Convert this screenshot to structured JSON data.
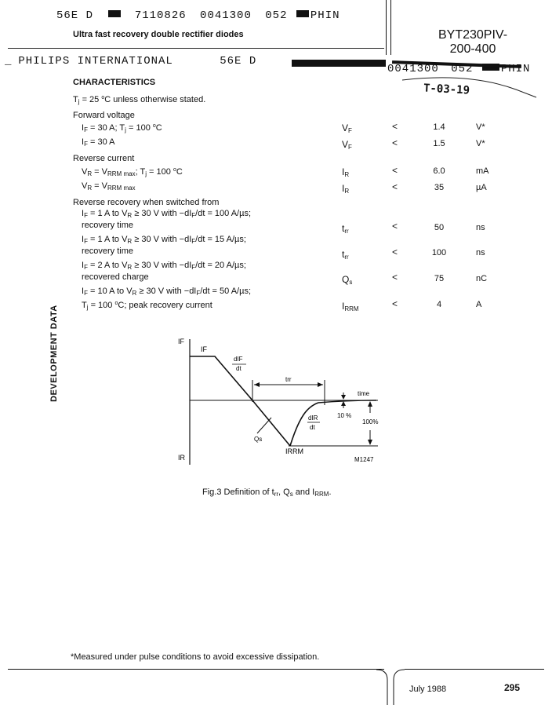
{
  "stamp_top": {
    "code": "56E D",
    "num1": "7110826",
    "num2": "0041300",
    "num3": "052",
    "tail": "PHIN"
  },
  "subtitle": "Ultra fast recovery double rectifier diodes",
  "part_number": {
    "line1": "BYT230PIV-",
    "line2": "200-400"
  },
  "stamp_second": {
    "company": "PHILIPS INTERNATIONAL",
    "code": "56E D",
    "num": "0041300",
    "num2": "052",
    "tail": "PHIN"
  },
  "handwritten_code": "T-03-19",
  "side_label": "DEVELOPMENT DATA",
  "characteristics": {
    "heading": "CHARACTERISTICS",
    "condition": "Tj = 25 °C unless otherwise stated.",
    "rows": [
      {
        "section": "Forward voltage"
      },
      {
        "label": "IF = 30 A; Tj = 100 °C",
        "symbol": "VF",
        "op": "<",
        "value": "1.4",
        "unit": "V*"
      },
      {
        "label": "IF = 30 A",
        "symbol": "VF",
        "op": "<",
        "value": "1.5",
        "unit": "V*"
      },
      {
        "section": "Reverse current"
      },
      {
        "label": "VR = VRRM max; Tj = 100 °C",
        "symbol": "IR",
        "op": "<",
        "value": "6.0",
        "unit": "mA"
      },
      {
        "label": "VR = VRRM max",
        "symbol": "IR",
        "op": "<",
        "value": "35",
        "unit": "µA"
      },
      {
        "section": "Reverse recovery when switched from"
      },
      {
        "label": "IF = 1 A to VR ≥ 30 V with −dIF/dt = 100 A/µs;",
        "label2": "recovery time",
        "symbol": "trr",
        "op": "<",
        "value": "50",
        "unit": "ns"
      },
      {
        "label": "IF = 1 A to VR ≥ 30 V with −dIF/dt = 15 A/µs;",
        "label2": "recovery time",
        "symbol": "trr",
        "op": "<",
        "value": "100",
        "unit": "ns"
      },
      {
        "label": "IF = 2 A to VR ≥ 30 V with −dIF/dt = 20 A/µs;",
        "label2": "recovered charge",
        "symbol": "Qs",
        "op": "<",
        "value": "75",
        "unit": "nC"
      },
      {
        "label": "IF = 10 A to VR ≥ 30 V with −dIF/dt = 50 A/µs;",
        "label2": "Tj = 100 °C; peak recovery current",
        "symbol": "IRRM",
        "op": "<",
        "value": "4",
        "unit": "A"
      }
    ]
  },
  "figure": {
    "labels": {
      "if_axis": "IF",
      "ir_axis": "IR",
      "if_level": "IF",
      "dif": "dIF",
      "dt": "dt",
      "trr": "trr",
      "time": "time",
      "ten_pct": "10 %",
      "dir": "dIR",
      "dt2": "dt",
      "hundred_pct": "100%",
      "qs": "Qs",
      "irrm": "IRRM",
      "ref": "M1247"
    },
    "caption": "Fig.3 Definition of trr, Qs and IRRM."
  },
  "footnote": "*Measured under pulse conditions to avoid excessive dissipation.",
  "footer": {
    "date": "July 1988",
    "page": "295"
  }
}
